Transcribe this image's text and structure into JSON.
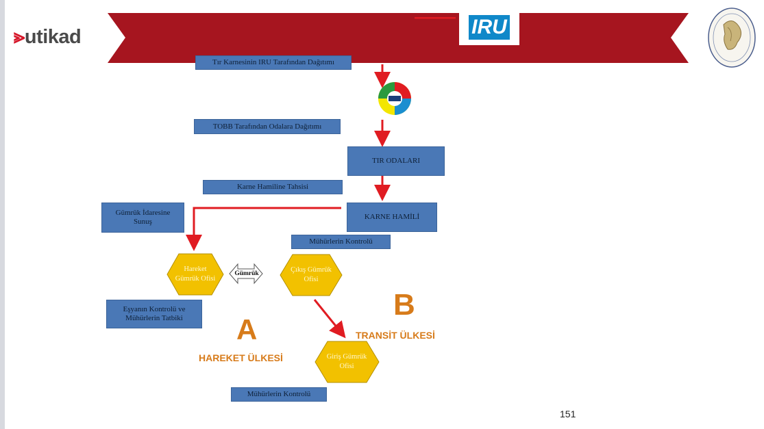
{
  "header": {
    "logo_text": "utikad",
    "iru_logo": "IRU"
  },
  "flow": {
    "box_iru_distribution": "Tır Karnesinin IRU Tarafından Dağıtımı",
    "box_tobb_distribution": "TOBB Tarafından Odalara Dağıtımı",
    "box_tir_odalari": "TIR ODALARI",
    "box_karne_hamiline_tahsisi": "Karne Hamiline Tahsisi",
    "box_karne_hamili": "KARNE HAMİLİ",
    "box_gumruk_idaresine_sunus": "Gümrük İdaresine Sunuş",
    "box_muhurlerin_kontrolu_1": "Mühürlerin Kontrolü",
    "hex_hareket_gumruk": "Hareket Gümrük Ofisi",
    "hex_cikis_gumruk": "Çıkış Gümrük Ofisi",
    "gumruk_label": "Gümrük",
    "box_esyanin_kontrolu": "Eşyanın Kontrolü ve Mühürlerin Tatbiki",
    "hex_giris_gumruk": "Giriş Gümrük Ofisi",
    "box_muhurlerin_kontrolu_2": "Mühürlerin Kontrolü"
  },
  "labels": {
    "letter_a": "A",
    "hareket_ulkesi": "HAREKET ÜLKESİ",
    "letter_b": "B",
    "transit_ulkesi": "TRANSİT ÜLKESİ"
  },
  "page_number": "151",
  "colors": {
    "banner": "#a6151f",
    "box_fill": "#4a78b6",
    "hex_fill": "#f2c100",
    "arrow": "#e01c22",
    "accent_text": "#d77b1a"
  }
}
